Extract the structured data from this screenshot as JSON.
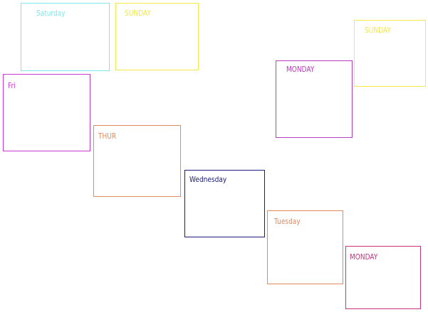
{
  "cards": [
    {
      "label": "Saturday",
      "color": "#7fe8ec"
    },
    {
      "label": "SUNDAY",
      "color": "#f2e84a"
    },
    {
      "label": "SUNDAY",
      "color": "#f2e84a"
    },
    {
      "label": "MONDAY",
      "color": "#b83cbf"
    },
    {
      "label": "Fri",
      "color": "#c83ad0"
    },
    {
      "label": "THUR",
      "color": "#e08a5a"
    },
    {
      "label": "Wednesday",
      "color": "#1c1c7c"
    },
    {
      "label": "Tuesday",
      "color": "#e08a5a"
    },
    {
      "label": "MONDAY",
      "color": "#c8327e"
    }
  ]
}
